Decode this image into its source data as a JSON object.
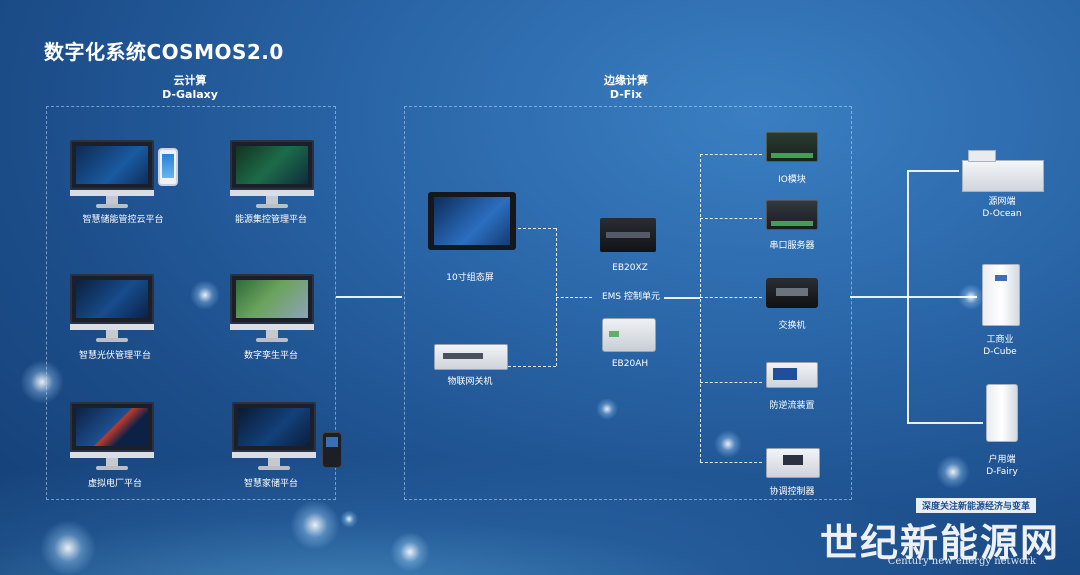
{
  "title": "数字化系统COSMOS2.0",
  "cloud": {
    "name": "云计算",
    "sub": "D-Galaxy"
  },
  "edge": {
    "name": "边缘计算",
    "sub": "D-Fix"
  },
  "platforms": [
    {
      "label": "智慧储能管控云平台"
    },
    {
      "label": "能源集控管理平台"
    },
    {
      "label": "智慧光伏管理平台"
    },
    {
      "label": "数字孪生平台"
    },
    {
      "label": "虚拟电厂平台"
    },
    {
      "label": "智慧家储平台"
    }
  ],
  "edge_devices": {
    "screen": "10寸组态屏",
    "gateway": "物联网关机",
    "eb20xz": "EB20XZ",
    "ems": "EMS 控制单元",
    "eb20ah": "EB20AH"
  },
  "field_devices": [
    {
      "label": "IO模块"
    },
    {
      "label": "串口服务器"
    },
    {
      "label": "交换机"
    },
    {
      "label": "防逆流装置"
    },
    {
      "label": "协调控制器"
    }
  ],
  "outputs": [
    {
      "label": "源网端",
      "sub": "D-Ocean"
    },
    {
      "label": "工商业",
      "sub": "D-Cube"
    },
    {
      "label": "户用端",
      "sub": "D-Fairy"
    }
  ],
  "watermark": {
    "tag": "深度关注新能源经济与变革",
    "brand": "世纪新能源网",
    "brand_en": "Century new energy network"
  }
}
